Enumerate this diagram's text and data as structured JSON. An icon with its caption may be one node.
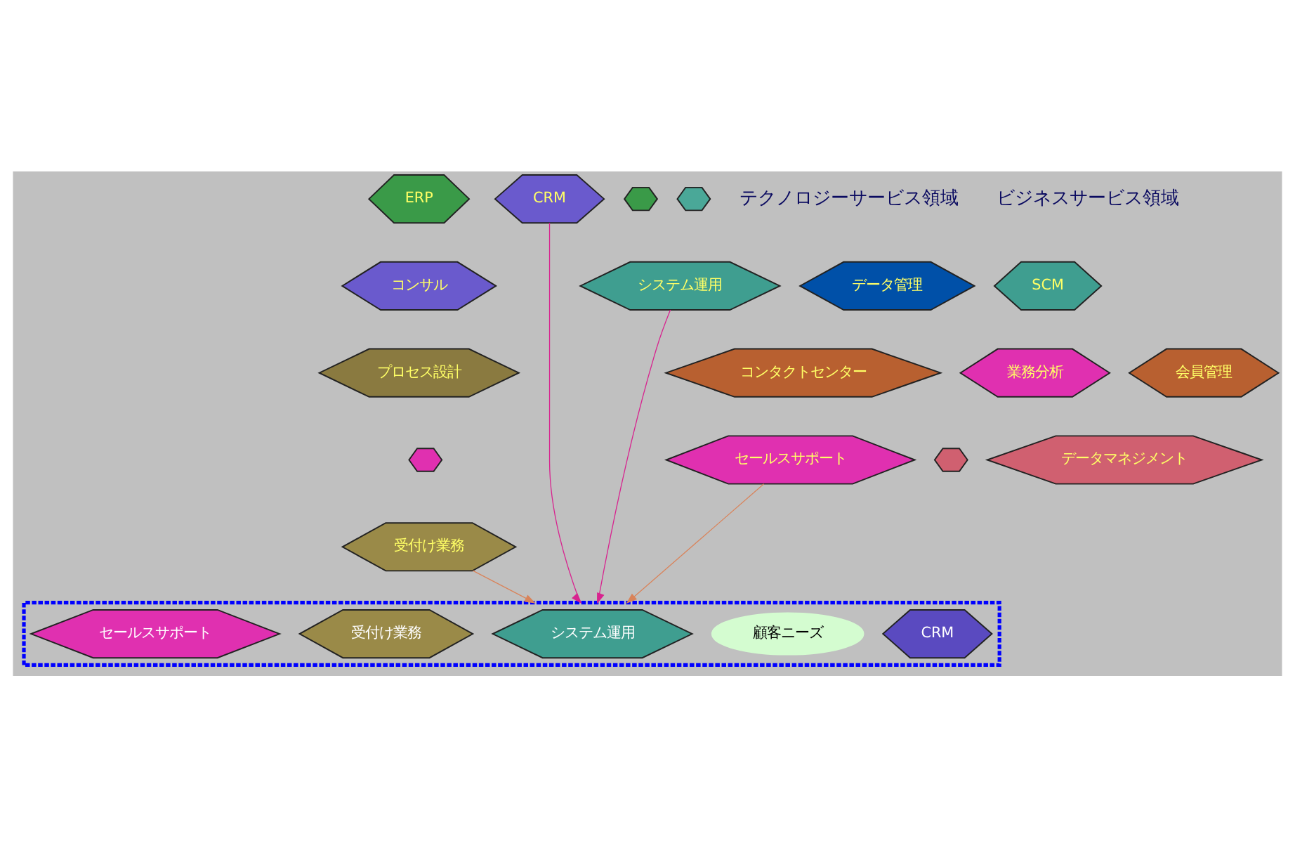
{
  "diagram": {
    "nodes": [
      {
        "text": [
          "ERP"
        ]
      },
      {
        "text": [
          "CRM"
        ]
      },
      {
        "text": [],
        "shape": "hexagon"
      },
      {
        "text": [],
        "shape": "hexagon"
      },
      {
        "text": [
          "コンサル"
        ]
      },
      {
        "text": [
          "データ管理"
        ]
      },
      {
        "text": [
          "システム運用"
        ]
      },
      {
        "text": [
          "SCM"
        ]
      },
      {
        "text": [],
        "shape": "box"
      },
      {
        "text": [
          "CRM"
        ],
        "in": 8
      },
      {
        "text": [
          "顧客ニーズ"
        ],
        "in": 8
      },
      {
        "text": [
          "システム運用"
        ],
        "in": 8
      },
      {
        "text": [
          "受付け業務"
        ],
        "in": 8
      },
      {
        "text": [
          "セールスサポート"
        ],
        "in": 8
      },
      {
        "text": [
          "プロセス設計"
        ]
      },
      {
        "text": [
          "コンタクトセンター"
        ]
      },
      {
        "text": [
          "業務分析"
        ]
      },
      {
        "text": [
          "会員管理"
        ]
      },
      {
        "text": [],
        "shape": "hexagon"
      },
      {
        "text": [
          "セールスサポート"
        ]
      },
      {
        "text": [],
        "shape": "hexagon"
      },
      {
        "text": [
          "データマネジメント"
        ]
      },
      {
        "text": [
          "受付け業務"
        ]
      }
    ],
    "edges": [
      {
        "from": 1,
        "to": 8,
        "arrow": "to",
        "color": "#d8238f"
      },
      {
        "from": 6,
        "to": 8,
        "arrow": "to",
        "color": "#d8238f"
      },
      {
        "from": 19,
        "to": 8,
        "arrow": "to",
        "color": "#d9835a"
      },
      {
        "from": 22,
        "to": 8,
        "arrow": "to",
        "color": "#d9835a"
      }
    ],
    "labels": [
      "テクノロジーサービス領域",
      "ビジネスサービス領域"
    ]
  }
}
